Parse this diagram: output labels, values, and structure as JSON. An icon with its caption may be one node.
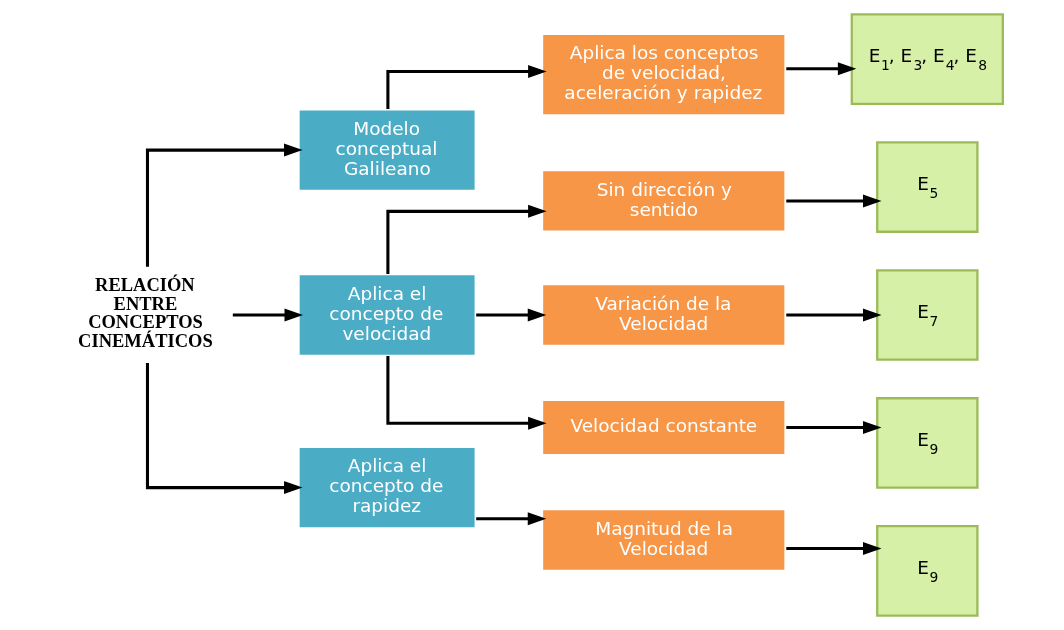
{
  "diagram": {
    "nodes": [
      {
        "text": [
          "RELACIÓN ENTRE CONCEPTOS CINEMÁTICOS"
        ]
      },
      {
        "text": [
          "Modelo conceptual Galileano"
        ]
      },
      {
        "text": [
          "Aplica los conceptos de velocidad, aceleración y rapidez"
        ]
      },
      {
        "text": [
          "E$_{1}$, E$_{3}$, E$_{4}$, E$_{8}$"
        ]
      },
      {
        "text": [
          "Aplica el concepto de velocidad"
        ]
      },
      {
        "text": [
          "Sin dirección y sentido"
        ]
      },
      {
        "text": [
          "E$_{5}$"
        ]
      },
      {
        "text": [
          "Variación de la Velocidad"
        ]
      },
      {
        "text": [
          "E$_{7}$"
        ]
      },
      {
        "text": [
          "Velocidad constante"
        ]
      },
      {
        "text": [
          "E$_{9}$"
        ]
      },
      {
        "text": [
          "Aplica el concepto de rapidez"
        ]
      },
      {
        "text": [
          "Magnitud de la Velocidad"
        ]
      },
      {
        "text": [
          "E$_{9}$"
        ]
      }
    ],
    "edges": [
      {
        "from": 0,
        "to": 1,
        "arrow": "to"
      },
      {
        "from": 0,
        "to": 4,
        "arrow": "to"
      },
      {
        "from": 0,
        "to": 11,
        "arrow": "to"
      },
      {
        "from": 1,
        "to": 2,
        "arrow": "to"
      },
      {
        "from": 2,
        "to": 3,
        "arrow": "to"
      },
      {
        "from": 4,
        "to": 5,
        "arrow": "to"
      },
      {
        "from": 4,
        "to": 7,
        "arrow": "to"
      },
      {
        "from": 4,
        "to": 9,
        "arrow": "to"
      },
      {
        "from": 5,
        "to": 6,
        "arrow": "to"
      },
      {
        "from": 7,
        "to": 8,
        "arrow": "to"
      },
      {
        "from": 9,
        "to": 10,
        "arrow": "to"
      },
      {
        "from": 11,
        "to": 12,
        "arrow": "to"
      },
      {
        "from": 12,
        "to": 13,
        "arrow": "to"
      }
    ]
  }
}
